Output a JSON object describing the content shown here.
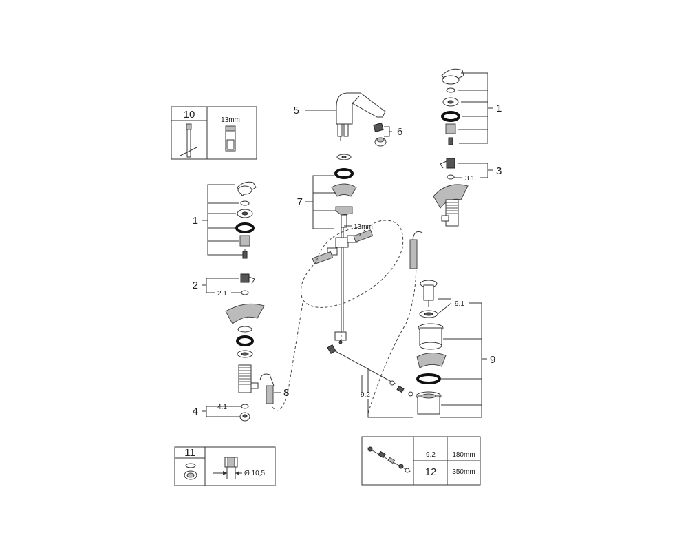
{
  "callouts": {
    "c1_right": "1",
    "c1_left": "1",
    "c2": "2",
    "c2_1": "2.1",
    "c3": "3",
    "c3_1": "3.1",
    "c4": "4",
    "c4_1": "4.1",
    "c5": "5",
    "c6": "6",
    "c7": "7",
    "c8": "8",
    "c9": "9",
    "c9_1": "9.1",
    "c9_2": "9.2",
    "tool_13mm": "13mm"
  },
  "box10": {
    "number": "10",
    "size": "13mm"
  },
  "box11": {
    "number": "11",
    "diameter": "Ø 10,5"
  },
  "box12": {
    "r1_num": "9.2",
    "r1_len": "180mm",
    "r2_num": "12",
    "r2_len": "350mm"
  }
}
